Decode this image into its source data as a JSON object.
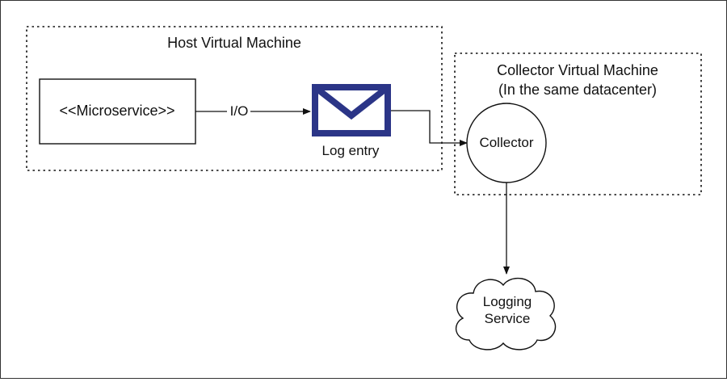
{
  "host_vm": {
    "label": "Host Virtual Machine"
  },
  "collector_vm": {
    "label_line1": "Collector Virtual Machine",
    "label_line2": "(In the same datacenter)"
  },
  "microservice": {
    "label": "<<Microservice>>"
  },
  "io_edge": {
    "label": "I/O"
  },
  "log_entry": {
    "label": "Log entry",
    "icon": "envelope-icon",
    "color": "#2b3587"
  },
  "collector": {
    "label": "Collector"
  },
  "logging_service": {
    "label_line1": "Logging",
    "label_line2": "Service",
    "icon": "cloud-icon"
  },
  "colors": {
    "stroke": "#111111",
    "background": "#ffffff",
    "frame": "#333333"
  }
}
